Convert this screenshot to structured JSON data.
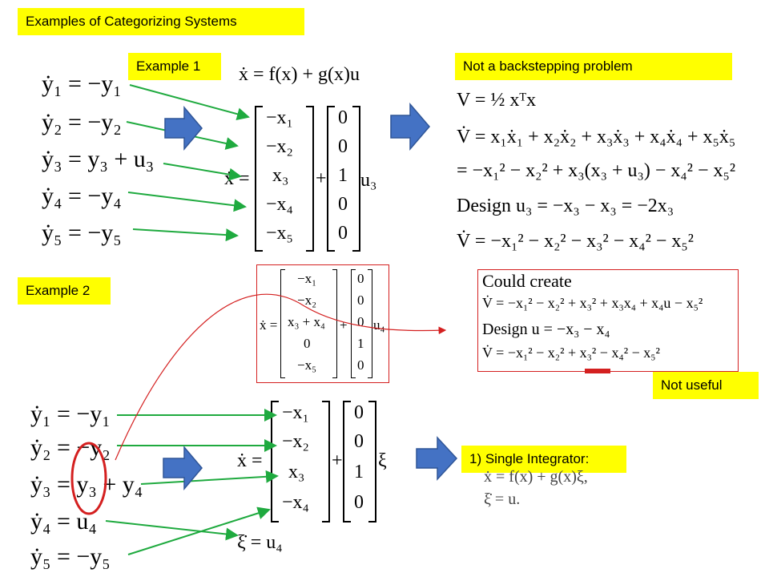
{
  "title": "Examples of Categorizing Systems",
  "example1": {
    "label": "Example 1",
    "system_form": "ẋ = f(x) + g(x)u",
    "equations": [
      "ẏ₁ = −y₁",
      "ẏ₂ = −y₂",
      "ẏ₃ = y₃ + u₃",
      "ẏ₄ = −y₄",
      "ẏ₅ = −y₅"
    ],
    "matrix_lhs": "ẋ =",
    "matrix_state": [
      "−x₁",
      "−x₂",
      "x₃",
      "−x₄",
      "−x₅"
    ],
    "matrix_input": [
      "0",
      "0",
      "1",
      "0",
      "0"
    ],
    "input": "u₃"
  },
  "verdict1": {
    "label": "Not a backstepping problem",
    "lines": [
      "V = ½ xᵀx",
      "V̇ = x₁ẋ₁ + x₂ẋ₂ + x₃ẋ₃ + x₄ẋ₄ + x₅ẋ₅",
      "= −x₁² − x₂² + x₃(x₃ + u₃) − x₄² − x₅²",
      "Design u₃ = −x₃ − x₃ = −2x₃",
      "V̇ = −x₁² − x₂² − x₃² − x₄² − x₅²"
    ]
  },
  "example2": {
    "label": "Example 2",
    "small_matrix_lhs": "ẋ =",
    "small_matrix_state": [
      "−x₁",
      "−x₂",
      "x₃ + x₄",
      "0",
      "−x₅"
    ],
    "small_matrix_input": [
      "0",
      "0",
      "0",
      "1",
      "0"
    ],
    "small_input": "u₄",
    "equations": [
      "ẏ₁ = −y₁",
      "ẏ₂ = −y₂",
      "ẏ₃ = y₃ + y₄",
      "ẏ₄ = u₄",
      "ẏ₅ = −y₅"
    ],
    "matrix_lhs": "ẋ =",
    "matrix_state": [
      "−x₁",
      "−x₂",
      "x₃",
      "−x₄"
    ],
    "matrix_input": [
      "0",
      "0",
      "1",
      "0"
    ],
    "input": "ξ",
    "xi_eq": "ξ̇ = u₄"
  },
  "could_create": {
    "lines": [
      "Could create",
      "V̇ = −x₁² − x₂² + x₃² + x₃x₄ + x₄u − x₅²",
      "Design u = −x₃ − x₄",
      "V̇ = −x₁² − x₂² + x₃² − x₄² − x₅²"
    ]
  },
  "not_useful": "Not useful",
  "single_integrator": {
    "label": "1) Single Integrator:",
    "lines": [
      "ẋ  =  f(x) + g(x)ξ,",
      "ξ̇  =  u."
    ]
  },
  "colors": {
    "highlight": "#ffff00",
    "arrow_green": "#1faa3f",
    "arrow_blue": "#4472c4",
    "red": "#d42020"
  }
}
